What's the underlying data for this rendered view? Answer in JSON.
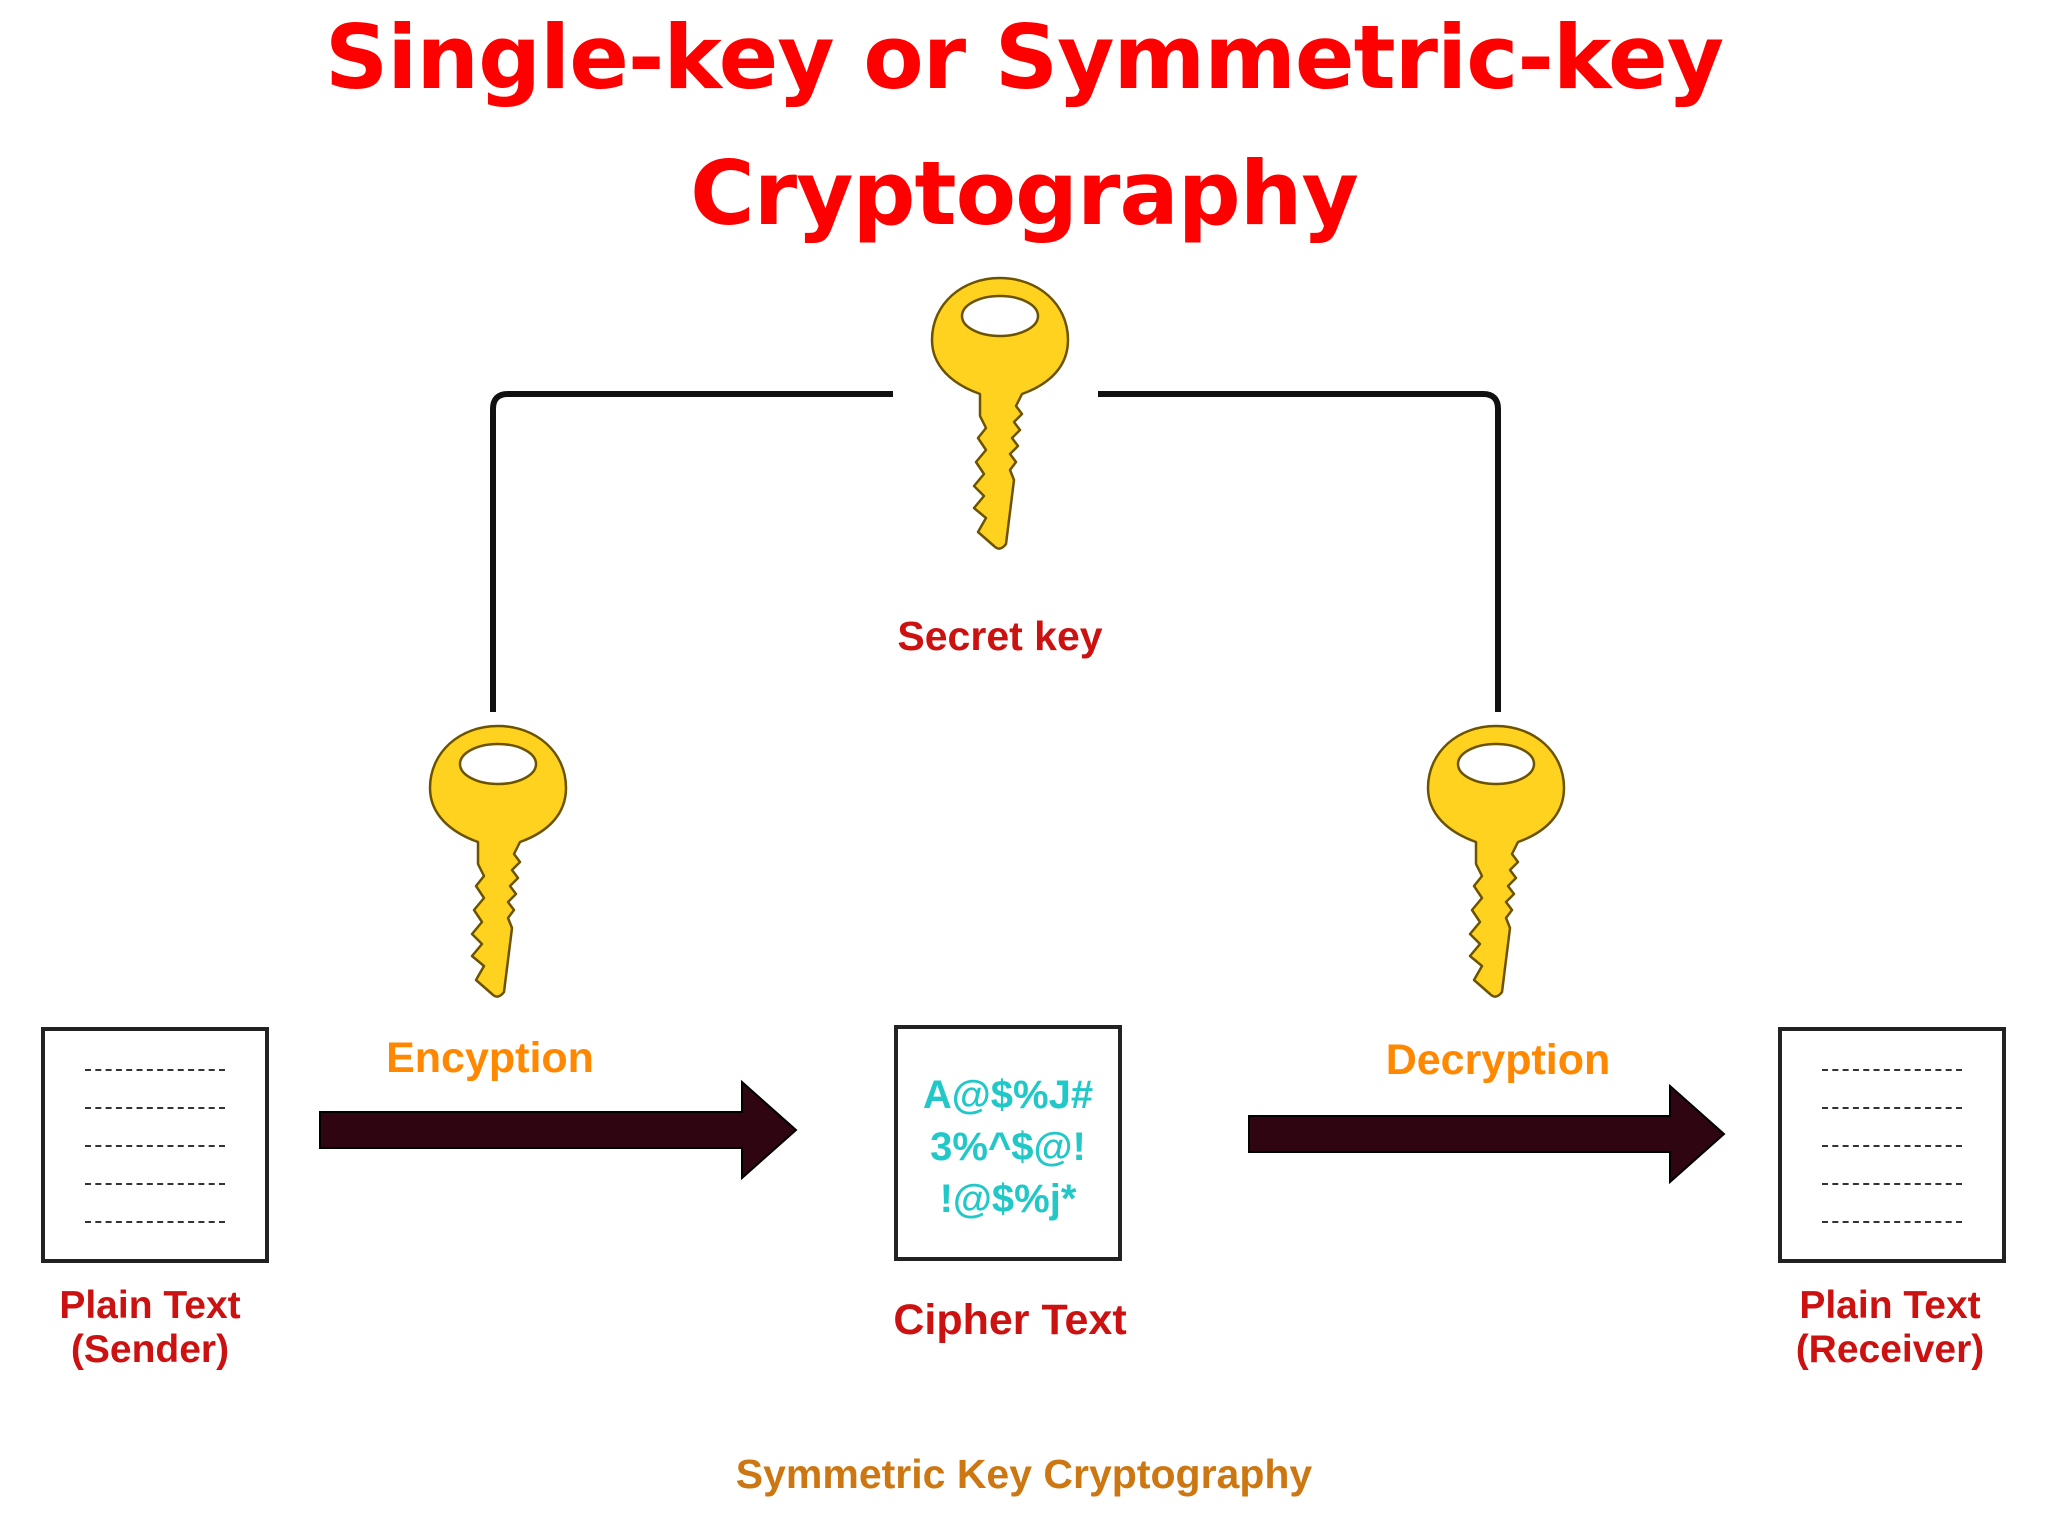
{
  "title": {
    "line1": "Single-key or Symmetric-key",
    "line2": "Cryptography"
  },
  "labels": {
    "secret_key": "Secret key",
    "encryption": "Encyption",
    "decryption": "Decryption",
    "plain_sender_line1": "Plain Text",
    "plain_sender_line2": "(Sender)",
    "cipher_text": "Cipher Text",
    "plain_receiver_line1": "Plain Text",
    "plain_receiver_line2": "(Receiver)",
    "caption": "Symmetric Key Cryptography"
  },
  "cipher_content": [
    "A@$%J#",
    "3%^$@!",
    "!@$%j*"
  ],
  "colors": {
    "title": "#ff0000",
    "label_red": "#cc1111",
    "label_orange": "#ff8800",
    "caption": "#cc7711",
    "cipher": "#22c8c8",
    "key_fill": "#ffd21f",
    "arrow": "#2e0510"
  },
  "icons": [
    "key-icon",
    "document-icon",
    "arrow-right-icon"
  ]
}
